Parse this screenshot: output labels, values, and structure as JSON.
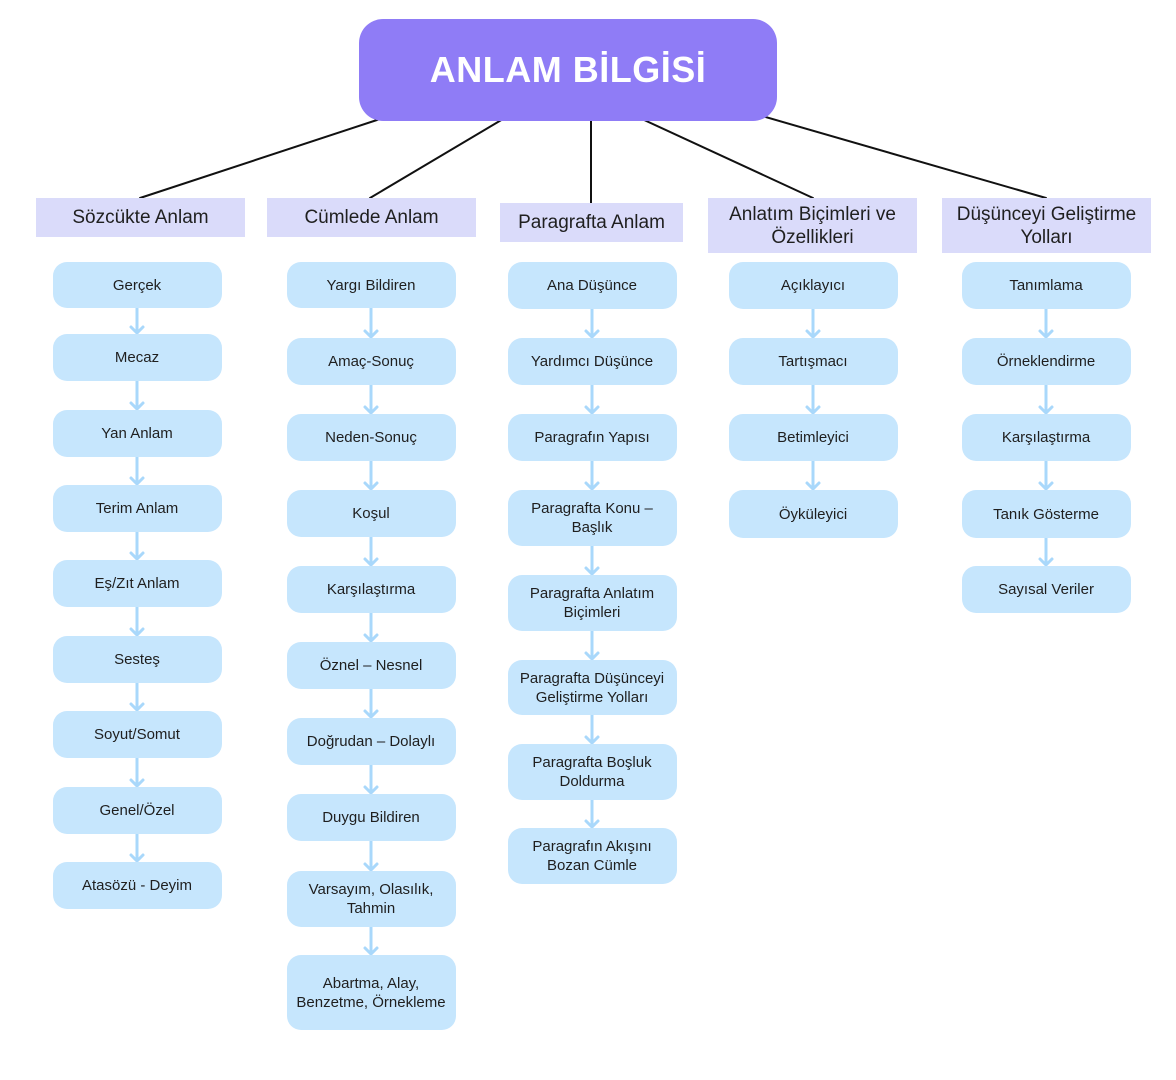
{
  "title": "ANLAM BİLGİSİ",
  "colors": {
    "root_fill": "#8f7cf6",
    "category_fill": "#dadbfa",
    "node_fill": "#c6e6fd",
    "arrow": "#a9d8fb",
    "connector": "#111111"
  },
  "columns": [
    {
      "title": "Sözcükte Anlam",
      "items": [
        "Gerçek",
        "Mecaz",
        "Yan Anlam",
        "Terim Anlam",
        "Eş/Zıt Anlam",
        "Sesteş",
        "Soyut/Somut",
        "Genel/Özel",
        "Atasözü - Deyim"
      ]
    },
    {
      "title": "Cümlede Anlam",
      "items": [
        "Yargı Bildiren",
        "Amaç-Sonuç",
        "Neden-Sonuç",
        "Koşul",
        "Karşılaştırma",
        "Öznel – Nesnel",
        "Doğrudan – Dolaylı",
        "Duygu Bildiren",
        "Varsayım, Olasılık, Tahmin",
        "Abartma, Alay, Benzetme, Örnekleme"
      ]
    },
    {
      "title": "Paragrafta Anlam",
      "items": [
        "Ana Düşünce",
        "Yardımcı Düşünce",
        "Paragrafın Yapısı",
        "Paragrafta Konu – Başlık",
        "Paragrafta Anlatım Biçimleri",
        "Paragrafta Düşünceyi Geliştirme Yolları",
        "Paragrafta Boşluk Doldurma",
        "Paragrafın Akışını Bozan Cümle"
      ]
    },
    {
      "title": "Anlatım Biçimleri ve Özellikleri",
      "items": [
        "Açıklayıcı",
        "Tartışmacı",
        "Betimleyici",
        "Öyküleyici"
      ]
    },
    {
      "title": "Düşünceyi Geliştirme Yolları",
      "items": [
        "Tanımlama",
        "Örneklendirme",
        "Karşılaştırma",
        "Tanık Gösterme",
        "Sayısal Veriler"
      ]
    }
  ]
}
